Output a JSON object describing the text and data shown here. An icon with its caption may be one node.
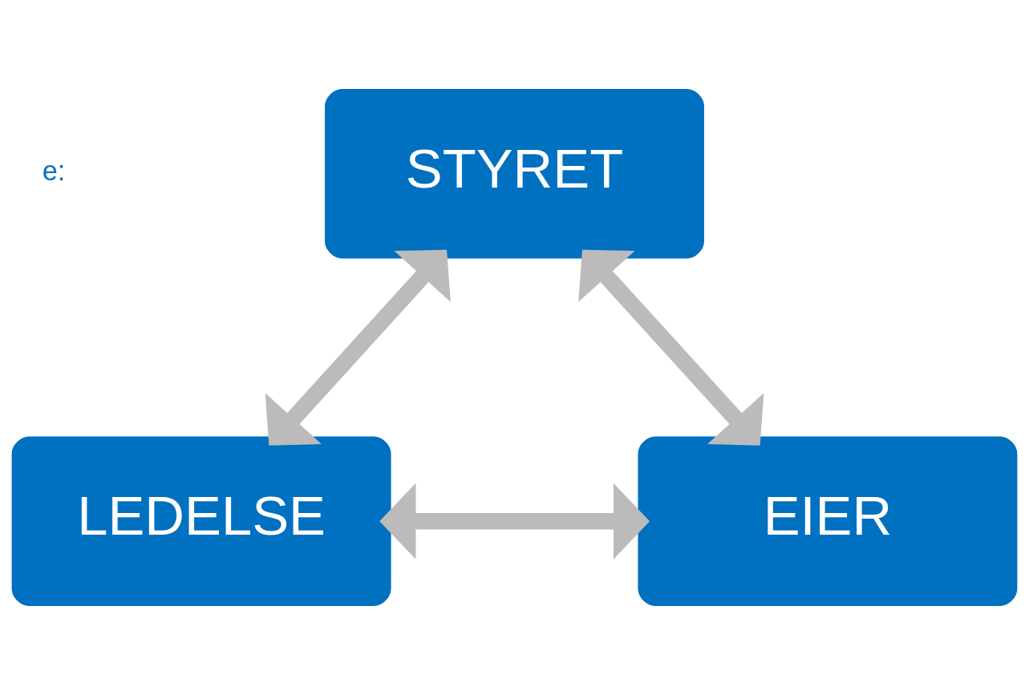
{
  "diagram": {
    "nodes": [
      {
        "text": [
          "STYRET"
        ]
      },
      {
        "text": [
          "LEDELSE"
        ]
      },
      {
        "text": [
          "EIER"
        ]
      }
    ],
    "edges": [
      {
        "from": 0,
        "to": 1,
        "arrow": "both"
      },
      {
        "from": 0,
        "to": 2,
        "arrow": "both"
      },
      {
        "from": 1,
        "to": 2,
        "arrow": "both"
      }
    ],
    "labels": [
      "e:"
    ]
  }
}
